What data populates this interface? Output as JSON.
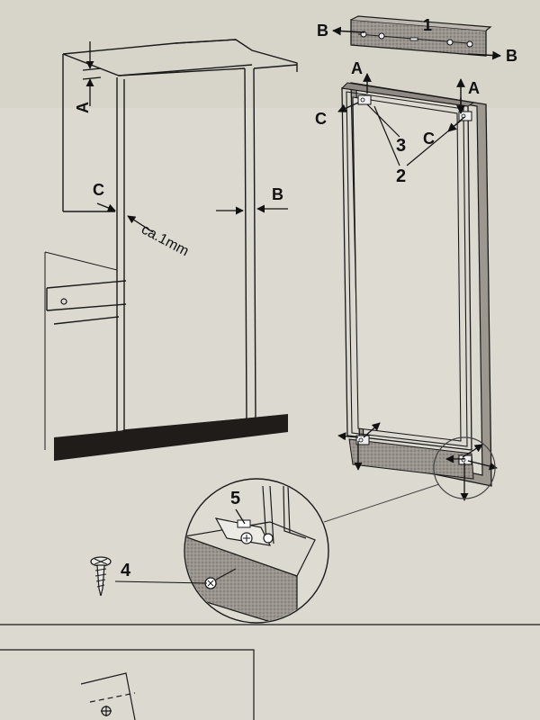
{
  "labels": {
    "A": "A",
    "B": "B",
    "C": "C",
    "n1": "1",
    "n2": "2",
    "n3": "3",
    "n4": "4",
    "n5": "5",
    "gap": "ca.1mm"
  },
  "colors": {
    "paper": "#dedbd2",
    "paper_shade": "#c9c6bd",
    "line": "#1a1a1a",
    "plinth": "#1f1c1a",
    "panel_gray": "#8a8580"
  }
}
